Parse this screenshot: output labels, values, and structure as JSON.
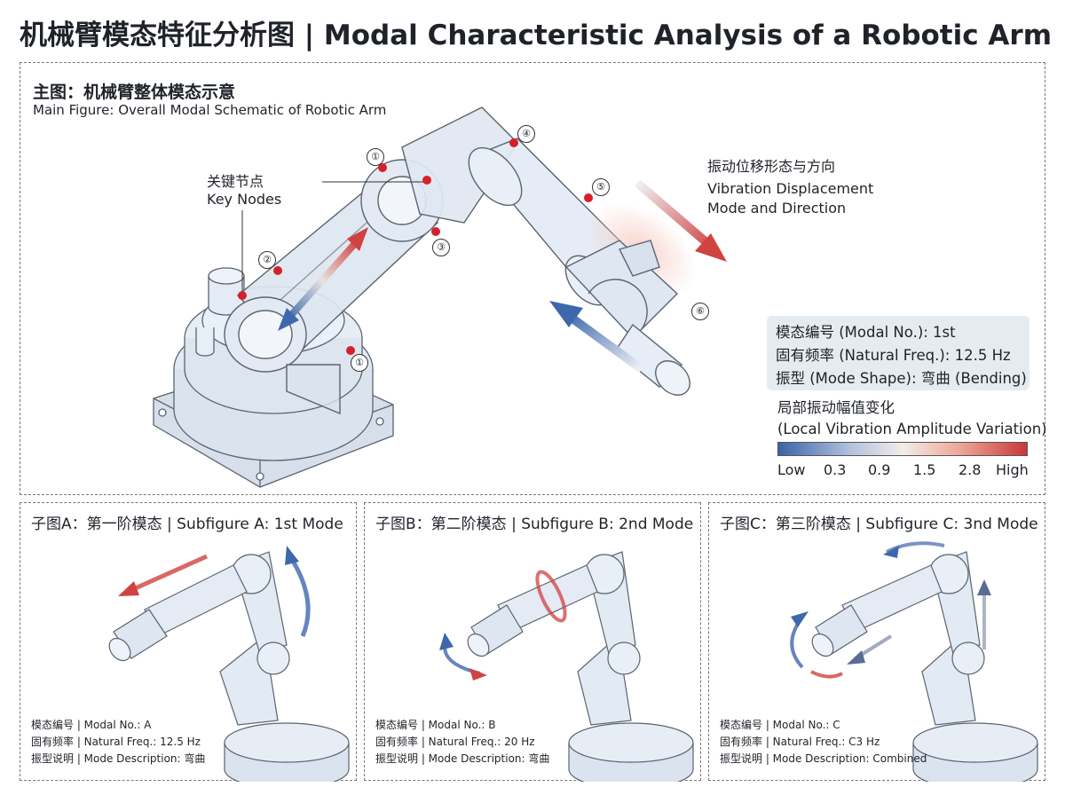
{
  "title": "机械臂模态特征分析图 | Modal Characteristic Analysis of a Robotic Arm",
  "main": {
    "heading_cn": "主图：机械臂整体模态示意",
    "heading_en": "Main Figure: Overall Modal Schematic of Robotic Arm",
    "key_nodes_cn": "关键节点",
    "key_nodes_en": "Key Nodes",
    "node_labels": [
      "①",
      "②",
      "③",
      "④",
      "⑤",
      "⑥",
      "①"
    ],
    "vibration_cn": "振动位移形态与方向",
    "vibration_en_1": "Vibration Displacement",
    "vibration_en_2": "Mode and Direction",
    "info": {
      "modal_no": "模态编号 (Modal No.): 1st",
      "natural_freq": "固有频率 (Natural Freq.): 12.5 Hz",
      "mode_shape": "振型 (Mode Shape): 弯曲 (Bending)"
    },
    "legend_title_cn": "局部振动幅值变化",
    "legend_title_en": "(Local Vibration Amplitude Variation)",
    "colorbar_ticks": [
      "Low",
      "0.3",
      "0.9",
      "1.5",
      "2.8",
      "High"
    ],
    "colors": {
      "low": "#3b62a8",
      "mid": "#f2ece9",
      "high": "#c8383a",
      "node": "#d5202b",
      "arm_fill": "#dfe7f1",
      "arm_stroke": "#5b6470"
    }
  },
  "subfigures": [
    {
      "title": "子图A：第一阶模态 | Subfigure A: 1st Mode",
      "modal_no": "模态编号 | Modal No.: A",
      "natural_freq": "固有频率 | Natural Freq.: 12.5 Hz",
      "description": "振型说明 | Mode Description: 弯曲"
    },
    {
      "title": "子图B：第二阶模态 | Subfigure B: 2nd Mode",
      "modal_no": "模态编号 | Modal No.: B",
      "natural_freq": "固有频率 | Natural Freq.: 20 Hz",
      "description": "振型说明 | Mode Description: 弯曲"
    },
    {
      "title": "子图C：第三阶模态 | Subfigure C: 3nd Mode",
      "modal_no": "模态编号 | Modal No.: C",
      "natural_freq": "固有频率 | Natural Freq.: C3 Hz",
      "description": "振型说明 | Mode Description: Combined"
    }
  ]
}
